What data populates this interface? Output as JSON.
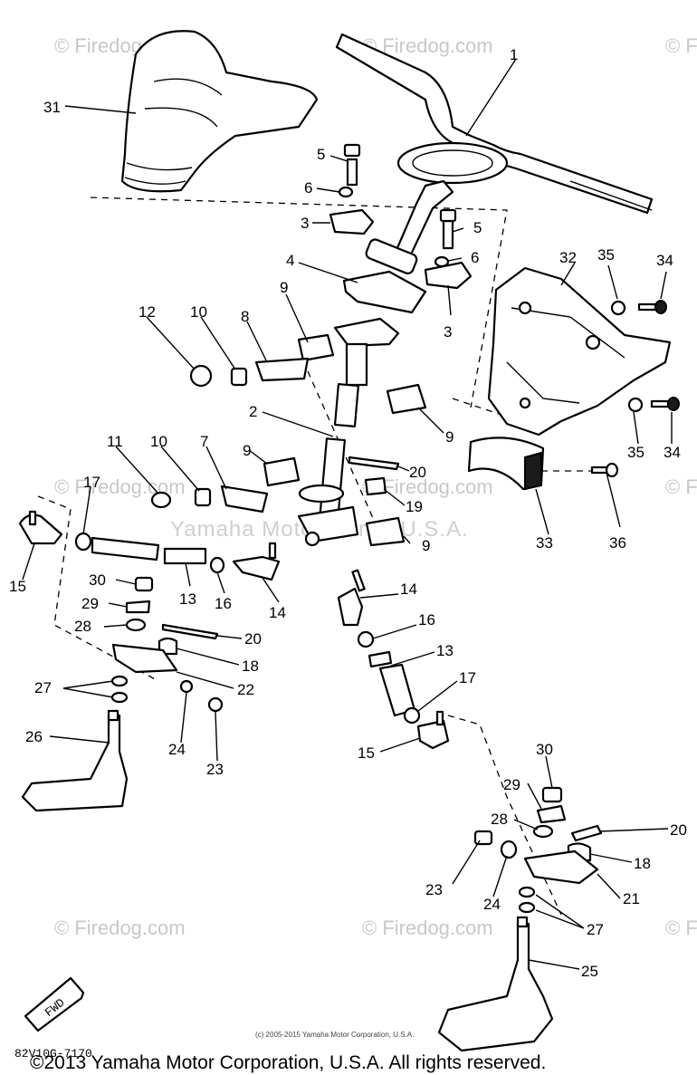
{
  "watermarks": {
    "site": "© Firedog.com",
    "brand": "Yamaha Motor Corp., U.S.A."
  },
  "drawing_code": "82V10G-7170",
  "fwd_label": "FWD",
  "fine_print": "(c) 2005-2015 Yamaha Motor Corporation, U.S.A.",
  "copyright": "©2013 Yamaha Motor Corporation, U.S.A. All rights reserved.",
  "callouts": [
    "1",
    "2",
    "3",
    "3",
    "4",
    "5",
    "5",
    "6",
    "6",
    "7",
    "8",
    "9",
    "9",
    "9",
    "9",
    "10",
    "10",
    "11",
    "12",
    "13",
    "13",
    "14",
    "14",
    "15",
    "15",
    "16",
    "16",
    "17",
    "17",
    "18",
    "18",
    "19",
    "20",
    "20",
    "20",
    "21",
    "22",
    "23",
    "23",
    "24",
    "24",
    "25",
    "26",
    "27",
    "27",
    "28",
    "28",
    "29",
    "29",
    "30",
    "30",
    "31",
    "32",
    "33",
    "34",
    "34",
    "35",
    "35",
    "36"
  ]
}
